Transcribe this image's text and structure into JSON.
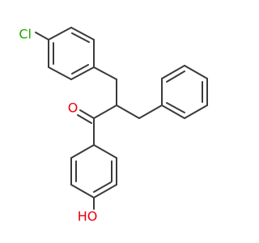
{
  "molecule": {
    "atoms": {
      "chlorine": {
        "label": "Cl",
        "color": "#1faa00"
      },
      "oxygen_ketone": {
        "label": "O",
        "color": "#e8000b"
      },
      "hydroxyl": {
        "label": "HO",
        "color": "#e8000b"
      }
    },
    "bond_color": "#3a3a3a",
    "background": "#ffffff"
  }
}
